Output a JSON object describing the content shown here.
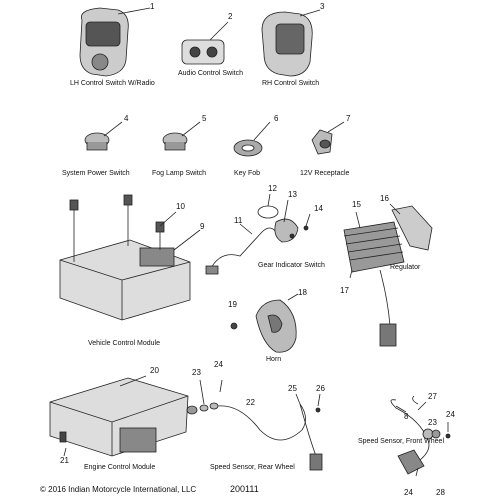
{
  "parts": [
    {
      "num": "1",
      "label": "LH Control Switch W/Radio"
    },
    {
      "num": "2",
      "label": "Audio Control Switch"
    },
    {
      "num": "3",
      "label": "RH Control Switch"
    },
    {
      "num": "4",
      "label": "System Power Switch"
    },
    {
      "num": "5",
      "label": "Fog Lamp Switch"
    },
    {
      "num": "6",
      "label": "Key Fob"
    },
    {
      "num": "7",
      "label": "12V Receptacle"
    },
    {
      "num": "9",
      "label": "Vehicle Control Module"
    },
    {
      "num": "11",
      "label": "Gear Indicator Switch"
    },
    {
      "num": "16",
      "label": "Regulator"
    },
    {
      "num": "18",
      "label": "Horn"
    },
    {
      "num": "20",
      "label": "Engine Control Module"
    },
    {
      "num": "22",
      "label": "Speed Sensor, Rear Wheel"
    },
    {
      "num": "27",
      "label": "Speed Sensor, Front Wheel"
    }
  ],
  "callouts": [
    "1",
    "2",
    "3",
    "4",
    "5",
    "6",
    "7",
    "8",
    "9",
    "10",
    "11",
    "12",
    "13",
    "14",
    "15",
    "16",
    "17",
    "18",
    "19",
    "20",
    "21",
    "22",
    "23",
    "23",
    "24",
    "24",
    "24",
    "25",
    "26",
    "27",
    "28"
  ],
  "footer": {
    "copyright": "© 2016 Indian Motorcycle International, LLC",
    "figure_id": "200111"
  },
  "colors": {
    "line": "#222222",
    "fill_dark": "#555555",
    "fill_mid": "#999999",
    "fill_light": "#dddddd"
  }
}
